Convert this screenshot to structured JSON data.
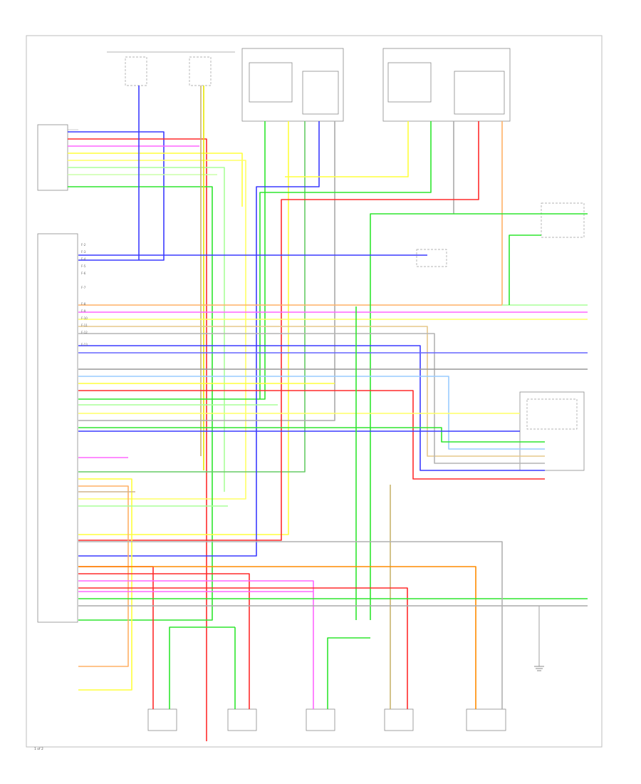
{
  "wire_colors": {
    "blu": "#3c3cff",
    "red": "#ff2b2b",
    "yel": "#ffff3c",
    "grn": "#2ee62e",
    "ltgrn": "#aaff99",
    "pnk": "#ff66ff",
    "org": "#ff8c00",
    "gry": "#8c8c8c",
    "ltblu": "#99ccff",
    "wht": "#e0e0e0",
    "tan": "#e6c88c"
  },
  "connector_labels": [
    "F-2",
    "F-3",
    "F-4",
    "F-5",
    "F-6",
    "F-7",
    "F-8",
    "F-9",
    "F-10",
    "F-11",
    "F-12",
    "F-13"
  ],
  "page_mark": "1 of 2"
}
